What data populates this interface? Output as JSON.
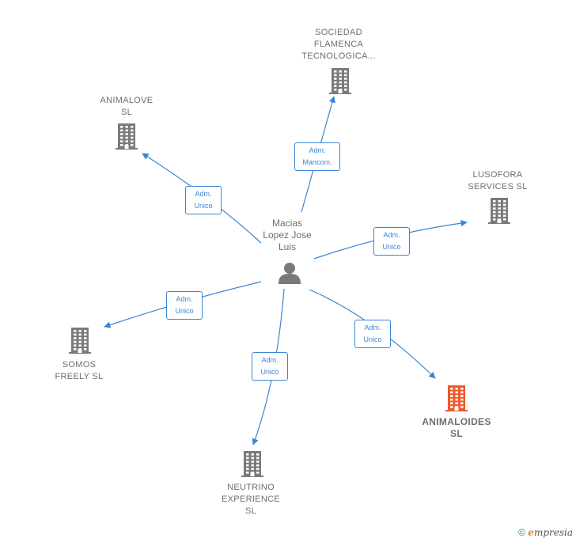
{
  "center": {
    "name": "Macias\nLopez Jose\nLuis",
    "icon": "person-icon"
  },
  "companies": [
    {
      "id": "sociedad",
      "name": "SOCIEDAD\nFLAMENCA\nTECNOLOGICA...",
      "relation": "Adm.\nMancom.",
      "color": "#7a7a7a",
      "icon": "building-icon"
    },
    {
      "id": "animalove",
      "name": "ANIMALOVE\nSL",
      "relation": "Adm.\nUnico",
      "color": "#7a7a7a",
      "icon": "building-icon"
    },
    {
      "id": "lusofora",
      "name": "LUSOFORA\nSERVICES  SL",
      "relation": "Adm.\nUnico",
      "color": "#7a7a7a",
      "icon": "building-icon"
    },
    {
      "id": "somos",
      "name": "SOMOS\nFREELY  SL",
      "relation": "Adm.\nUnico",
      "color": "#7a7a7a",
      "icon": "building-icon"
    },
    {
      "id": "neutrino",
      "name": "NEUTRINO\nEXPERIENCE\nSL",
      "relation": "Adm.\nUnico",
      "color": "#7a7a7a",
      "icon": "building-icon"
    },
    {
      "id": "animaloides",
      "name": "ANIMALOIDES\nSL",
      "relation": "Adm.\nUnico",
      "color": "#f0572a",
      "icon": "building-icon",
      "highlight": true
    }
  ],
  "colors": {
    "edge": "#3b86d6",
    "person": "#7a7a7a"
  },
  "footer": {
    "copyright": "©",
    "brand_first": "e",
    "brand_rest": "mpresia"
  }
}
